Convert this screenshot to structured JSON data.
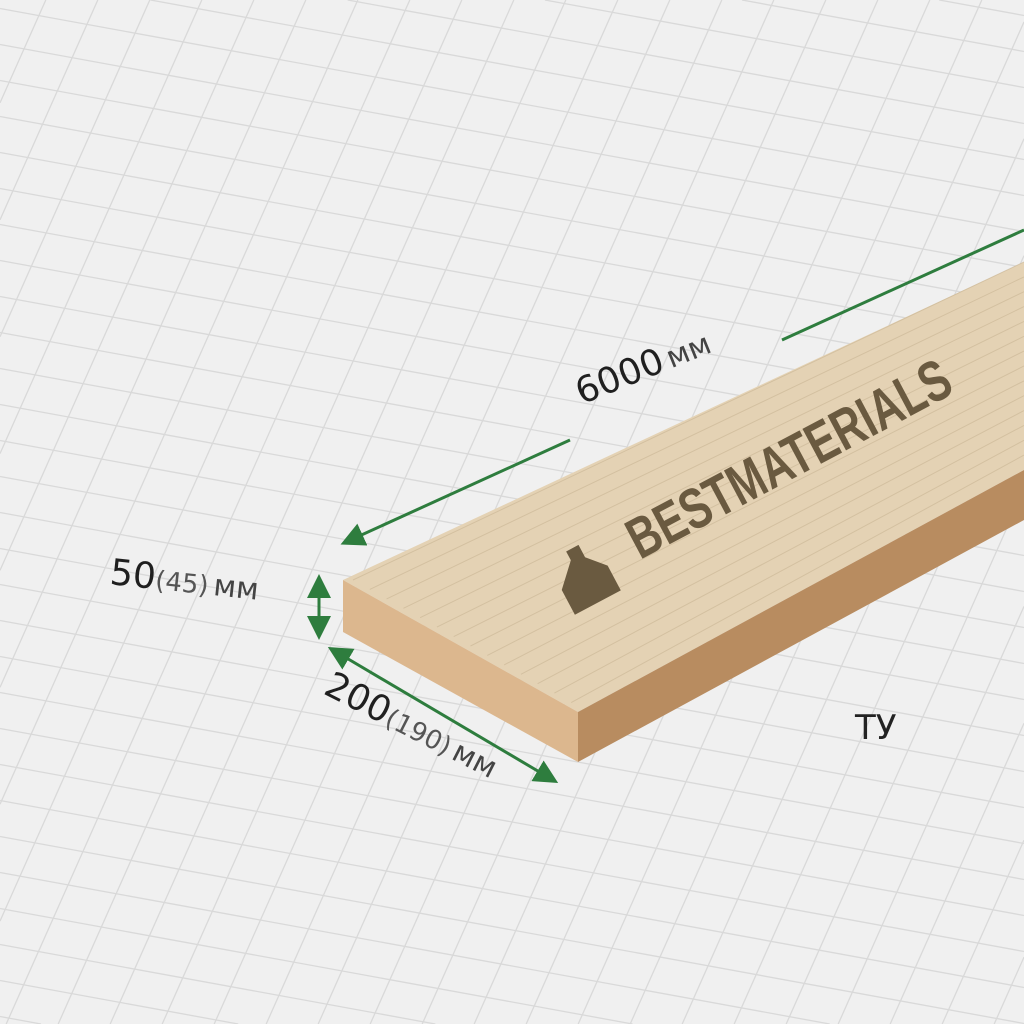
{
  "dimensions": {
    "length": {
      "value": "6000",
      "unit": "мм"
    },
    "thickness": {
      "value": "50",
      "alt": "(45)",
      "unit": "мм"
    },
    "width": {
      "value": "200",
      "alt": "(190)",
      "unit": "мм"
    }
  },
  "brand": {
    "name": "BESTMATERIALS",
    "icon": "house-logo-icon"
  },
  "standard_label": "ТУ",
  "colors": {
    "arrow": "#2e7d3e",
    "wood_top": "#e3cfaf",
    "wood_end": "#d8b58c",
    "wood_side": "#b98f63",
    "engrave": "#6a5a40",
    "grid": "#d6d6d6"
  }
}
